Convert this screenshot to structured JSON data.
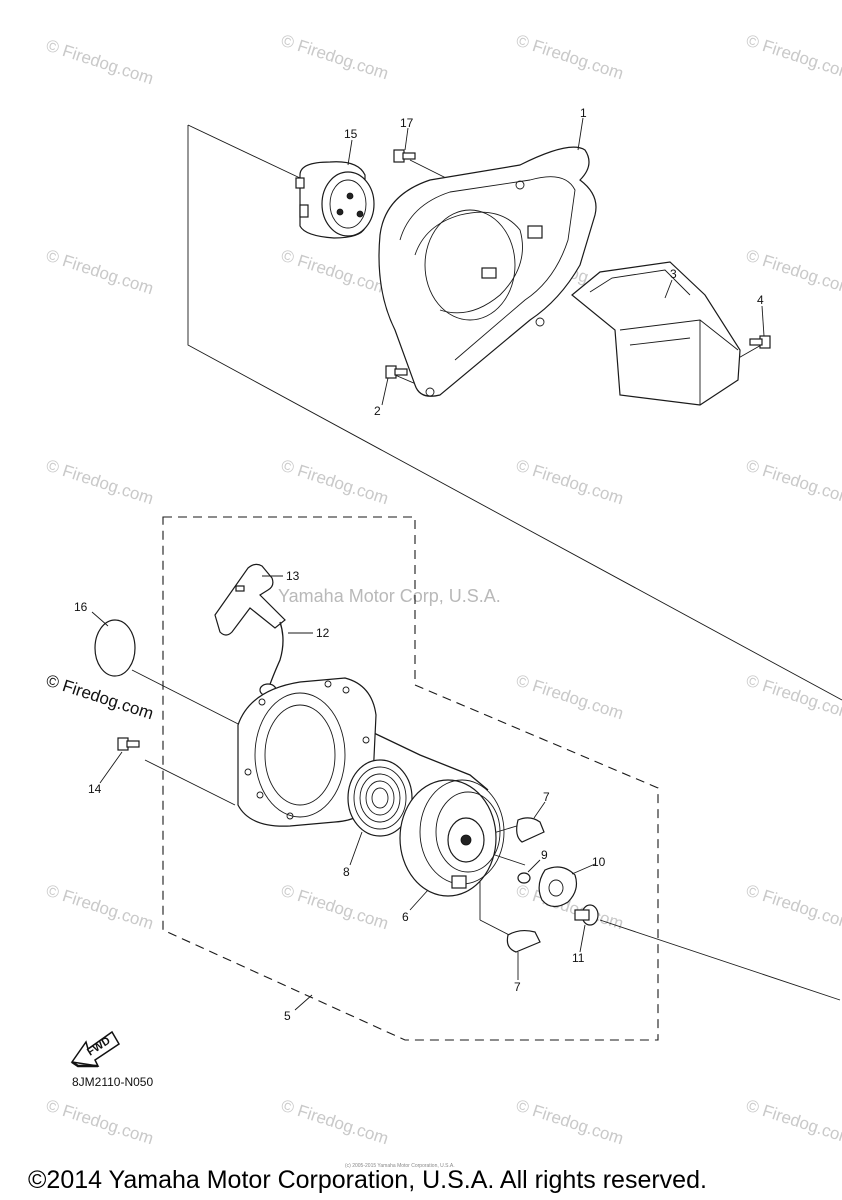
{
  "watermark": {
    "text": "© Firedog.com",
    "corp_text": "Yamaha Motor Corp, U.S.A."
  },
  "callouts": [
    {
      "id": "c1",
      "label": "1"
    },
    {
      "id": "c2",
      "label": "2"
    },
    {
      "id": "c3",
      "label": "3"
    },
    {
      "id": "c4",
      "label": "4"
    },
    {
      "id": "c5",
      "label": "5"
    },
    {
      "id": "c6",
      "label": "6"
    },
    {
      "id": "c7a",
      "label": "7"
    },
    {
      "id": "c7b",
      "label": "7"
    },
    {
      "id": "c8",
      "label": "8"
    },
    {
      "id": "c9",
      "label": "9"
    },
    {
      "id": "c10",
      "label": "10"
    },
    {
      "id": "c11",
      "label": "11"
    },
    {
      "id": "c12",
      "label": "12"
    },
    {
      "id": "c13",
      "label": "13"
    },
    {
      "id": "c14",
      "label": "14"
    },
    {
      "id": "c15",
      "label": "15"
    },
    {
      "id": "c16",
      "label": "16"
    },
    {
      "id": "c17",
      "label": "17"
    }
  ],
  "fwd_label": "FWD",
  "diagram_code": "8JM2110-N050",
  "tiny_notice": "(c) 2005-2015 Yamaha Motor Corporation, U.S.A.",
  "copyright": "©2014 Yamaha Motor Corporation, U.S.A. All rights reserved."
}
